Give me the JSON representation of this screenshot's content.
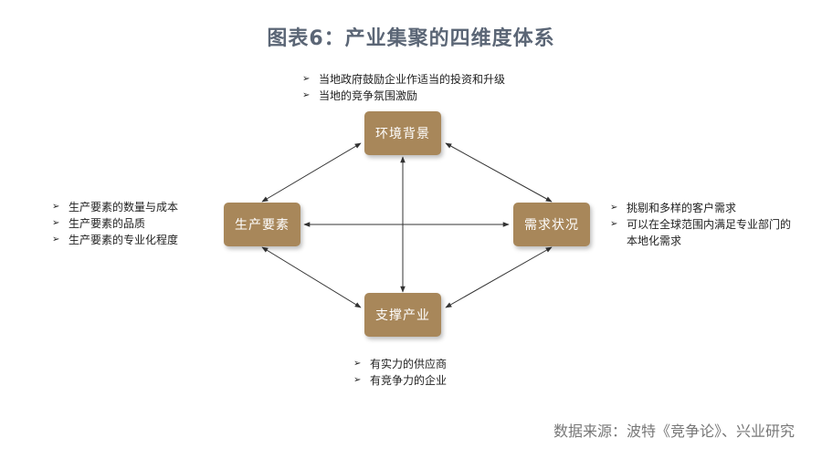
{
  "title": "图表6：产业集聚的四维度体系",
  "nodes": {
    "top": "环境背景",
    "left": "生产要素",
    "right": "需求状况",
    "bottom": "支撑产业"
  },
  "notes": {
    "top": [
      "当地政府鼓励企业作适当的投资和升级",
      "当地的竞争氛围激励"
    ],
    "left": [
      "生产要素的数量与成本",
      "生产要素的品质",
      "生产要素的专业化程度"
    ],
    "right": [
      "挑剔和多样的客户需求",
      "可以在全球范围内满足专业部门的本地化需求"
    ],
    "bottom": [
      "有实力的供应商",
      "有竞争力的企业"
    ]
  },
  "bullet_glyph": "➢",
  "source": "数据来源：波特《竞争论》、兴业研究",
  "colors": {
    "node": "#a8875a",
    "title": "#5b6676",
    "source": "#777777"
  }
}
